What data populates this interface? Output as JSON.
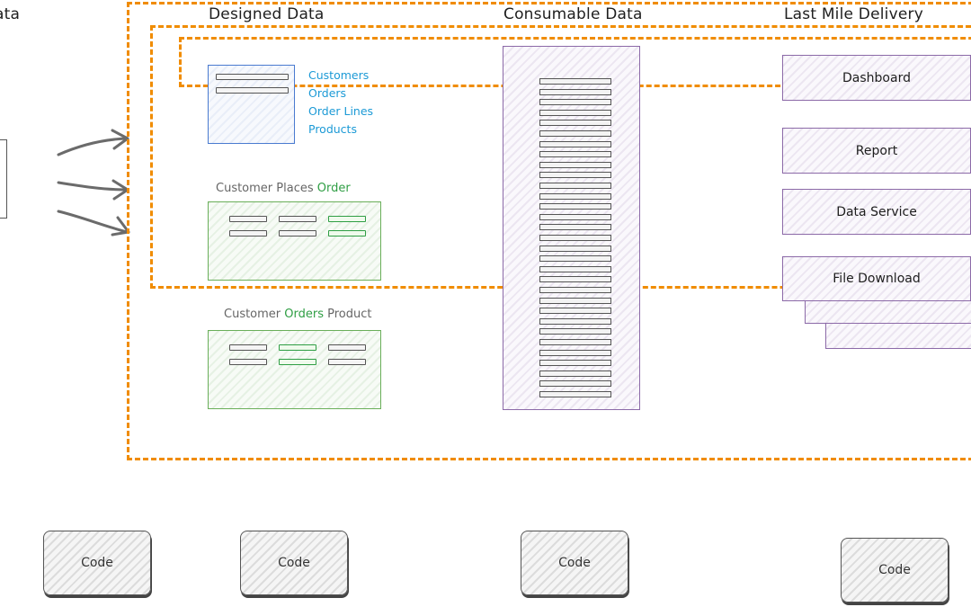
{
  "columns": {
    "left_partial": "ata",
    "designed": "Designed Data",
    "consumable": "Consumable Data",
    "last_mile": "Last Mile Delivery"
  },
  "entities": [
    "Customers",
    "Orders",
    "Order Lines",
    "Products"
  ],
  "groups": [
    {
      "prefix": "Customer Places ",
      "highlight": "Order",
      "suffix": ""
    },
    {
      "prefix": "Customer ",
      "highlight": "Orders",
      "suffix": " Product"
    }
  ],
  "delivery": [
    "Dashboard",
    "Report",
    "Data Service",
    "File Download"
  ],
  "code_label": "Code",
  "colors": {
    "dashed_boundary": "#f08c00",
    "entity_text": "#1c9ad6",
    "highlight_green": "#2f9e44",
    "consumable_border": "#8c6aa8",
    "designed_blue_border": "#4a7bd0"
  }
}
